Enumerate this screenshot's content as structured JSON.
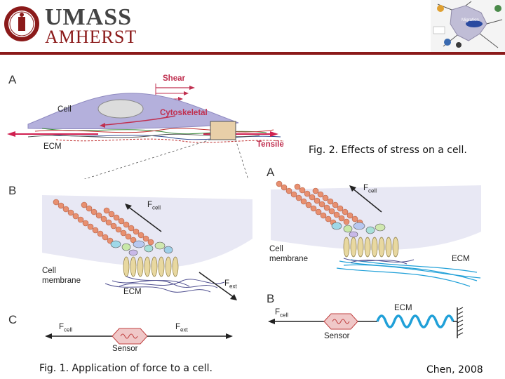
{
  "header": {
    "brand_line1": "UMASS",
    "brand_line2": "AMHERST",
    "accent_color": "#8b1a1a"
  },
  "thumb": {
    "label": "Migration"
  },
  "fig1": {
    "panel_a": "A",
    "panel_b": "B",
    "panel_c": "C",
    "shear": "Shear",
    "cell": "Cell",
    "cytoskeletal": "Cytoskeletal",
    "ecm": "ECM",
    "tensile": "Tensile",
    "fcell": "F",
    "fcell_sub": "cell",
    "fext": "F",
    "fext_sub": "ext",
    "cell_membrane_1": "Cell",
    "cell_membrane_2": "membrane",
    "ecm_b": "ECM",
    "fcell_c": "F",
    "fcell_c_sub": "cell",
    "fext_c": "F",
    "fext_c_sub": "ext",
    "sensor": "Sensor",
    "caption": "Fig. 1. Application of force to a cell."
  },
  "fig2": {
    "caption": "Fig. 2. Effects of stress on a cell.",
    "panel_a": "A",
    "panel_b": "B",
    "fcell": "F",
    "fcell_sub": "cell",
    "cell_membrane_1": "Cell",
    "cell_membrane_2": "membrane",
    "ecm": "ECM",
    "fcell_b": "F",
    "fcell_b_sub": "cell",
    "ecm_b": "ECM",
    "sensor": "Sensor"
  },
  "citation": "Chen, 2008"
}
